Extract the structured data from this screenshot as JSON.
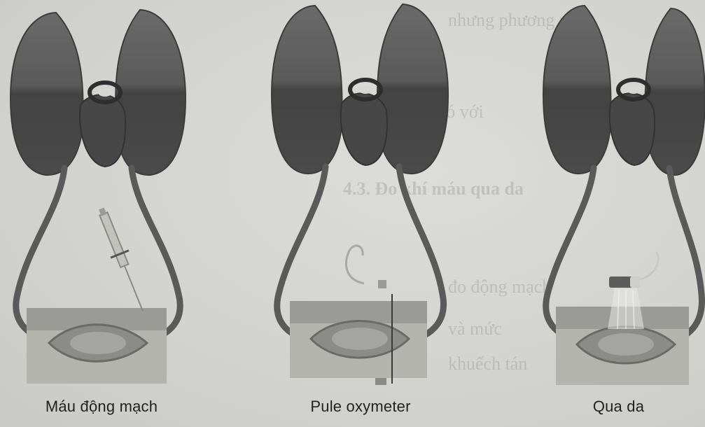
{
  "panels": [
    {
      "id": "arterial",
      "caption": "Máu động mạch",
      "device": "syringe"
    },
    {
      "id": "pulse-oximeter",
      "caption": "Pule oxymeter",
      "device": "oximeter-probe"
    },
    {
      "id": "transcutaneous",
      "caption": "Qua da",
      "device": "skin-sensor"
    }
  ],
  "background_text": [
    "nhưng phương pháp",
    "4.3. Đo khí máu qua da",
    "ngoài nó với",
    "đo động mạch",
    "và mức",
    "khuếch tán"
  ],
  "colors": {
    "background": "#d6d6d2",
    "lung": "#5e5e5e",
    "lung_dark": "#3f3f3f",
    "heart": "#4a4a4a",
    "vessel": "#5a5a5a",
    "tissue_top": "#9a9a96",
    "tissue_bottom": "#b3b3ae",
    "caption": "#222222"
  }
}
